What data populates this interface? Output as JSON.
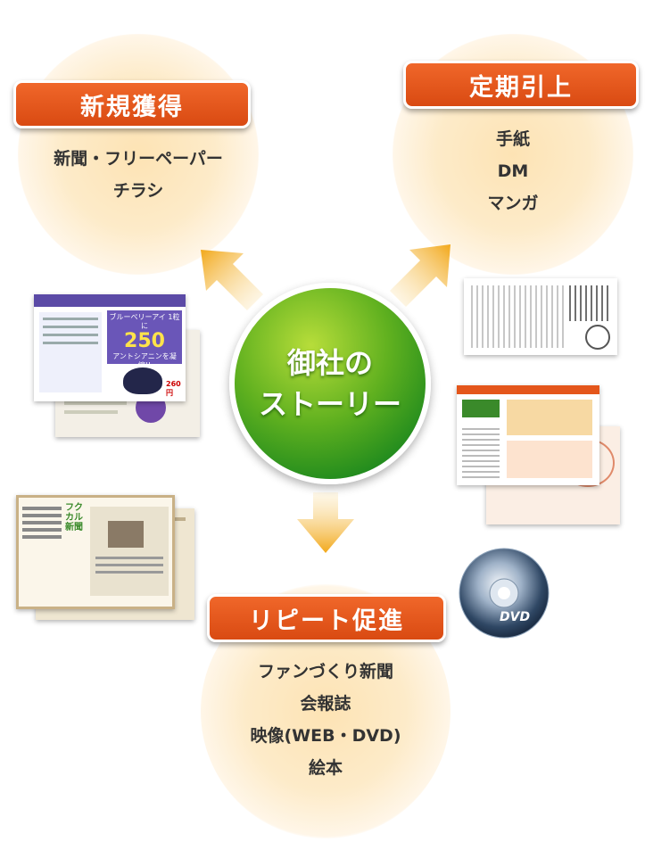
{
  "center": {
    "line1": "御社の",
    "line2": "ストーリー"
  },
  "stages": {
    "acquire": {
      "title": "新規獲得",
      "items": [
        "新聞・フリーペーパー",
        "チラシ"
      ]
    },
    "retain": {
      "title": "定期引上",
      "items": [
        "手紙",
        "DM",
        "マンガ"
      ]
    },
    "repeat": {
      "title": "リピート促進",
      "items": [
        "ファンづくり新聞",
        "会報誌",
        "映像(WEB・DVD)",
        "絵本"
      ]
    }
  },
  "flyer": {
    "text1": "ブルーベリーアイ 1粒に",
    "big": "250",
    "text2": "アントシアニンを凝縮!!",
    "price": "260円"
  },
  "newsletter": {
    "title": "フクカル新聞"
  },
  "dvd": {
    "label": "DVD"
  },
  "colors": {
    "tag": "#e4561b",
    "center": "#3c9a1f",
    "arrow": "#f2a81a"
  }
}
